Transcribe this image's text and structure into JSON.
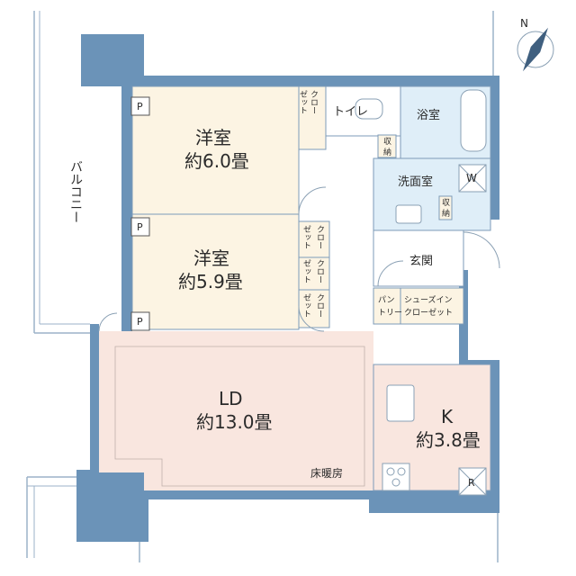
{
  "rooms": {
    "western_room_1": {
      "name": "洋室",
      "size": "約6.0畳"
    },
    "western_room_2": {
      "name": "洋室",
      "size": "約5.9畳"
    },
    "ld": {
      "name": "LD",
      "size": "約13.0畳",
      "note": "床暖房"
    },
    "kitchen": {
      "name": "K",
      "size": "約3.8畳"
    },
    "toilet": "トイレ",
    "bath": "浴室",
    "washroom": "洗面室",
    "entrance": "玄関",
    "balcony": "バルコニー"
  },
  "storage": {
    "closet_a": "クロー",
    "closet_b": "ゼット",
    "shoes_in_closet_1": "シューズイン",
    "shoes_in_closet_2": "クローゼット",
    "pantry_1": "パン",
    "pantry_2": "トリー",
    "shuno_1": "収",
    "shuno_2": "納"
  },
  "markers": {
    "pipe_space": "P",
    "washer": "W",
    "refrigerator": "R",
    "north": "N"
  },
  "colors": {
    "wall": "#6b93b8",
    "room_cream": "#fcf4e3",
    "room_pink": "#f9e6df",
    "wet_area": "#dfeef8",
    "line": "#7d9bb8"
  }
}
